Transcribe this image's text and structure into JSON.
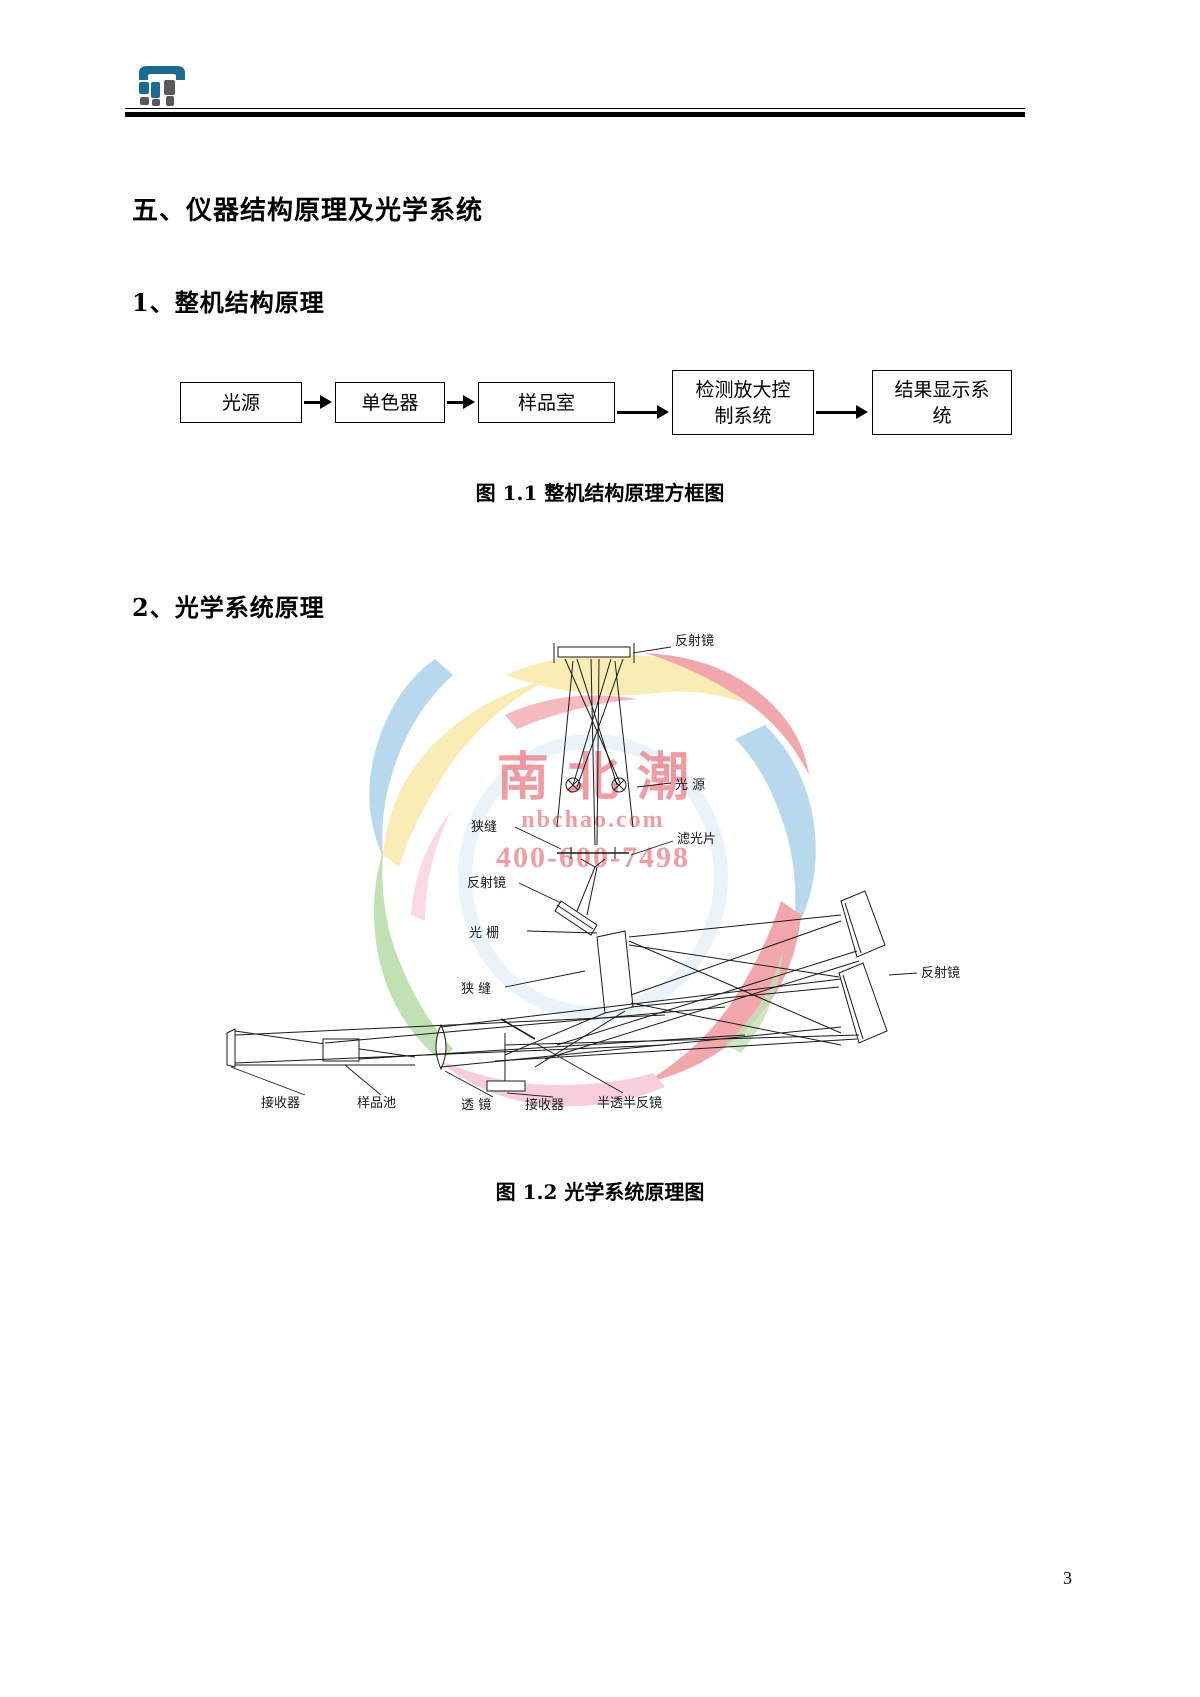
{
  "document": {
    "page_number": "3",
    "logo_alt": "company-logo"
  },
  "headings": {
    "section_five": "五、仪器结构原理及光学系统",
    "sub_one": "1、整机结构原理",
    "sub_two": "2、光学系统原理"
  },
  "flow_chart": {
    "boxes": [
      {
        "label": "光源"
      },
      {
        "label": "单色器"
      },
      {
        "label": "样品室"
      },
      {
        "label_line1": "检测放大控",
        "label_line2": "制系统"
      },
      {
        "label_line1": "结果显示系",
        "label_line2": "统"
      }
    ]
  },
  "captions": {
    "figure_1_1": "图 1.1  整机结构原理方框图",
    "figure_1_2": "图 1.2  光学系统原理图"
  },
  "optical_diagram": {
    "labels": [
      {
        "id": "mirror-top",
        "text": "反射镜"
      },
      {
        "id": "light-source",
        "text": "光 源"
      },
      {
        "id": "slit-upper",
        "text": "狭缝"
      },
      {
        "id": "filter",
        "text": "滤光片"
      },
      {
        "id": "mirror-mid",
        "text": "反射镜"
      },
      {
        "id": "grating",
        "text": "光 栅"
      },
      {
        "id": "slit-lower",
        "text": "狭 缝"
      },
      {
        "id": "mirror-right",
        "text": "反射镜"
      },
      {
        "id": "detector-left",
        "text": "接收器"
      },
      {
        "id": "sample-cell",
        "text": "样品池"
      },
      {
        "id": "lens",
        "text": "透  镜"
      },
      {
        "id": "detector-mid",
        "text": "接收器"
      },
      {
        "id": "beamsplitter",
        "text": "半透半反镜"
      }
    ],
    "watermark": {
      "brand": "南北潮",
      "site": "nbchao.com",
      "phone": "400-600-7498"
    }
  },
  "colors": {
    "logo_blue": "#1b6a92",
    "logo_gray": "#595959",
    "rule_black": "#000000",
    "watermark_red": "#e8616a",
    "watermark_blue": "#7fb9e0",
    "watermark_yellow": "#f5df7a",
    "watermark_green": "#8fca78",
    "watermark_pink": "#f3a7bd"
  }
}
